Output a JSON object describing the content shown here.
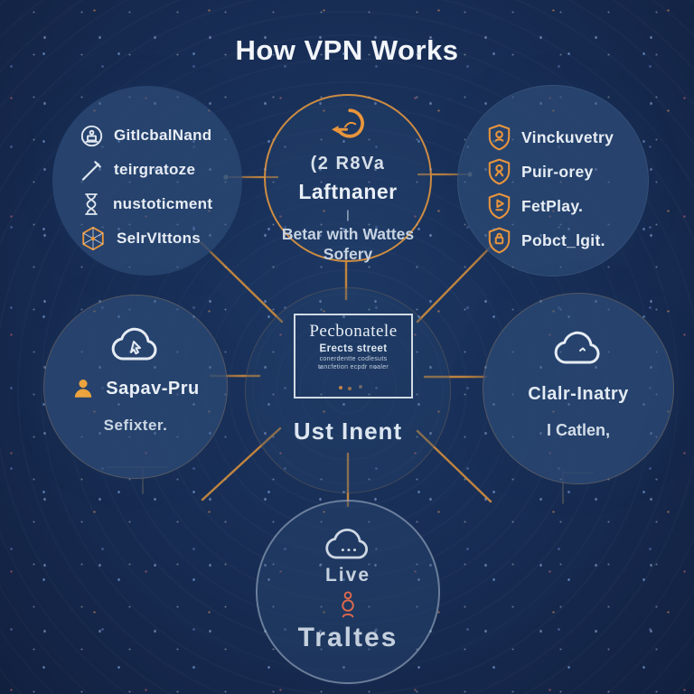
{
  "title": "How VPN Works",
  "colors": {
    "background": "#16294E",
    "node_fill": "#24426D",
    "accent_orange": "#E8953C",
    "line_orange": "#C8893E",
    "text_primary": "#EAF0F7",
    "text_muted": "#C3D0DF"
  },
  "nodes": {
    "top_left": {
      "items": [
        {
          "icon": "avatar-laptop-icon",
          "label": "GitIcbalNand"
        },
        {
          "icon": "pencil-icon",
          "label": "teirgratoze"
        },
        {
          "icon": "hourglass-icon",
          "label": "nustoticment"
        },
        {
          "icon": "hexagon-web-icon",
          "label": "SelrVIttons"
        }
      ]
    },
    "top_center": {
      "icon": "curved-arrow-icon",
      "step": "(2 R8Va",
      "title": "Laftnaner",
      "divider": "|",
      "subtitle_line1": "Betar with Wattes",
      "subtitle_line2": "Sofery"
    },
    "top_right": {
      "items": [
        {
          "icon": "shield-crest-icon",
          "label": "Vinckuvetry"
        },
        {
          "icon": "shield-camera-icon",
          "label": "Puir-orey"
        },
        {
          "icon": "shield-play-icon",
          "label": "FetPlay."
        },
        {
          "icon": "shield-lock-icon",
          "label": "Pobct_lgit."
        }
      ]
    },
    "mid_left": {
      "cloud_icon": "cloud-cursor-icon",
      "user_icon": "user-icon",
      "label1": "Sapav-Pru",
      "label2": "Sefixter."
    },
    "center": {
      "screen": {
        "title": "Pecbonatele",
        "line1": "Erects street",
        "line2": "conerdentte codlesuts",
        "line3": "tancfetion ecpdr noaler"
      },
      "label": "Ust Inent"
    },
    "mid_right": {
      "cloud_icon": "cloud-icon",
      "label1": "Clalr-Inatry",
      "label2": "I Catlen,"
    },
    "bottom": {
      "cloud_icon": "cloud-dots-icon",
      "label1": "Live",
      "figure_icon": "figure-icon",
      "label2": "Traltes"
    }
  }
}
